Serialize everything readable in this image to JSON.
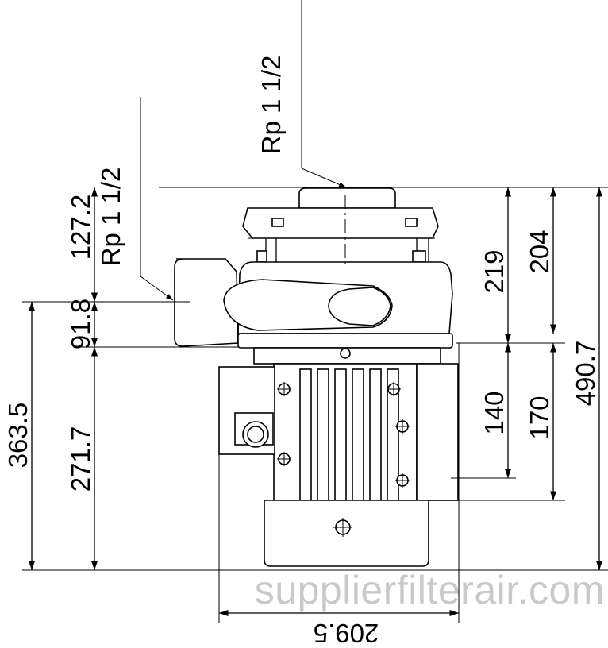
{
  "drawing": {
    "dims": {
      "d_127_2": "127.2",
      "d_91_8": "91.8",
      "d_363_5": "363.5",
      "d_271_7": "271.7",
      "d_219": "219",
      "d_204": "204",
      "d_140": "140",
      "d_170": "170",
      "d_490_7": "490.7",
      "d_209_5": "209.5"
    },
    "ports": {
      "outlet": "Rp 1 1/2",
      "inlet": "Rp 1 1/2"
    },
    "watermark": "supplierfilterair.com"
  }
}
